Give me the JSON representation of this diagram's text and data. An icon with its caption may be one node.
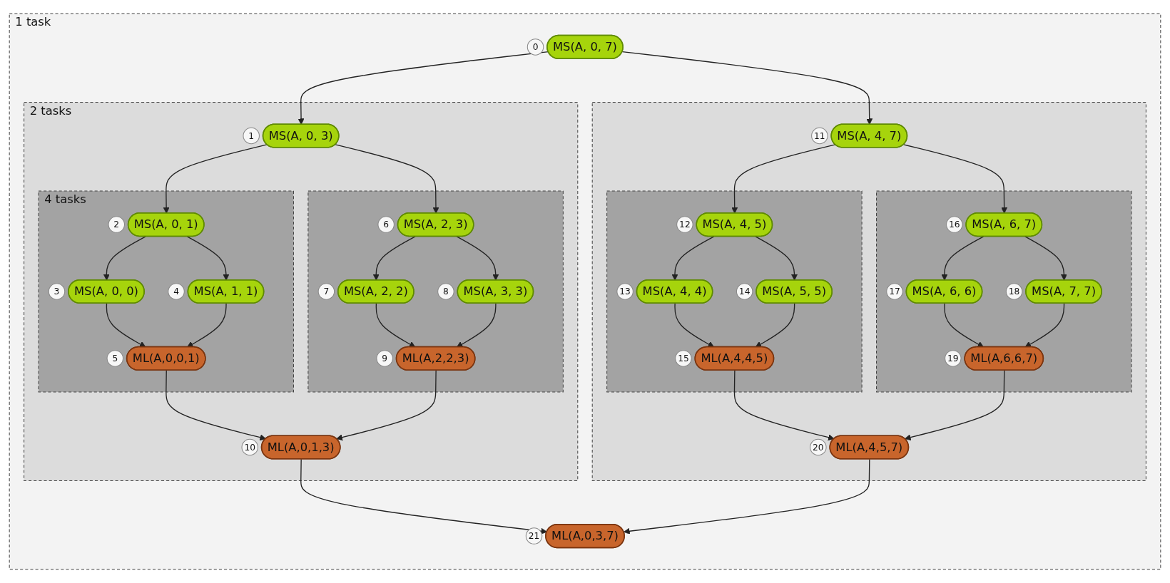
{
  "diagram": {
    "nodes": [
      {
        "text": [
          "1 task"
        ]
      },
      {
        "text": [
          "MS(A, 0, 7)"
        ],
        "in": 0,
        "beside": [
          "0"
        ]
      },
      {
        "text": [
          "2 tasks"
        ],
        "in": 0
      },
      {
        "text": [
          "MS(A, 0, 3)"
        ],
        "in": 2,
        "beside": [
          "1"
        ]
      },
      {
        "text": [
          "4 tasks"
        ],
        "in": 2
      },
      {
        "text": [
          "MS(A, 0, 1)"
        ],
        "in": 4,
        "beside": [
          "2"
        ]
      },
      {
        "text": [
          "MS(A, 0, 0)"
        ],
        "in": 4,
        "beside": [
          "3"
        ]
      },
      {
        "text": [
          "MS(A, 1, 1)"
        ],
        "in": 4,
        "beside": [
          "4"
        ]
      },
      {
        "text": [
          "ML(A,0,0,1)"
        ],
        "in": 4,
        "beside": [
          "5"
        ]
      },
      {
        "text": [],
        "shape": "box",
        "in": 2
      },
      {
        "text": [
          "MS(A, 2, 3)"
        ],
        "in": 9,
        "beside": [
          "6"
        ]
      },
      {
        "text": [
          "MS(A, 2, 2)"
        ],
        "in": 9,
        "beside": [
          "7"
        ]
      },
      {
        "text": [
          "MS(A, 3, 3)"
        ],
        "in": 9,
        "beside": [
          "8"
        ]
      },
      {
        "text": [
          "ML(A,2,2,3)"
        ],
        "in": 9,
        "beside": [
          "9"
        ]
      },
      {
        "text": [
          "ML(A,0,1,3)"
        ],
        "in": 2,
        "beside": [
          "10"
        ]
      },
      {
        "text": [],
        "shape": "box",
        "in": 0
      },
      {
        "text": [
          "MS(A, 4, 7)"
        ],
        "in": 15,
        "beside": [
          "11"
        ]
      },
      {
        "text": [],
        "shape": "box",
        "in": 15
      },
      {
        "text": [
          "MS(A, 4, 5)"
        ],
        "in": 17,
        "beside": [
          "12"
        ]
      },
      {
        "text": [
          "MS(A, 4, 4)"
        ],
        "in": 17,
        "beside": [
          "13"
        ]
      },
      {
        "text": [
          "MS(A, 5, 5)"
        ],
        "in": 17,
        "beside": [
          "14"
        ]
      },
      {
        "text": [
          "ML(A,4,4,5)"
        ],
        "in": 17,
        "beside": [
          "15"
        ]
      },
      {
        "text": [],
        "shape": "box",
        "in": 15
      },
      {
        "text": [
          "MS(A, 6, 7)"
        ],
        "in": 22,
        "beside": [
          "16"
        ]
      },
      {
        "text": [
          "MS(A, 6, 6)"
        ],
        "in": 22,
        "beside": [
          "17"
        ]
      },
      {
        "text": [
          "MS(A, 7, 7)"
        ],
        "in": 22,
        "beside": [
          "18"
        ]
      },
      {
        "text": [
          "ML(A,6,6,7)"
        ],
        "in": 22,
        "beside": [
          "19"
        ]
      },
      {
        "text": [
          "ML(A,4,5,7)"
        ],
        "in": 15,
        "beside": [
          "20"
        ]
      },
      {
        "text": [
          "ML(A,0,3,7)"
        ],
        "in": 0,
        "beside": [
          "21"
        ]
      }
    ],
    "edges": [
      {
        "from": 1,
        "to": 3,
        "arrow": "to"
      },
      {
        "from": 1,
        "to": 16,
        "arrow": "to"
      },
      {
        "from": 3,
        "to": 5,
        "arrow": "to"
      },
      {
        "from": 3,
        "to": 10,
        "arrow": "to"
      },
      {
        "from": 5,
        "to": 6,
        "arrow": "to"
      },
      {
        "from": 5,
        "to": 7,
        "arrow": "to"
      },
      {
        "from": 6,
        "to": 8,
        "arrow": "to"
      },
      {
        "from": 7,
        "to": 8,
        "arrow": "to"
      },
      {
        "from": 10,
        "to": 11,
        "arrow": "to"
      },
      {
        "from": 10,
        "to": 12,
        "arrow": "to"
      },
      {
        "from": 11,
        "to": 13,
        "arrow": "to"
      },
      {
        "from": 12,
        "to": 13,
        "arrow": "to"
      },
      {
        "from": 8,
        "to": 14,
        "arrow": "to"
      },
      {
        "from": 13,
        "to": 14,
        "arrow": "to"
      },
      {
        "from": 16,
        "to": 18,
        "arrow": "to"
      },
      {
        "from": 16,
        "to": 23,
        "arrow": "to"
      },
      {
        "from": 18,
        "to": 19,
        "arrow": "to"
      },
      {
        "from": 18,
        "to": 20,
        "arrow": "to"
      },
      {
        "from": 19,
        "to": 21,
        "arrow": "to"
      },
      {
        "from": 20,
        "to": 21,
        "arrow": "to"
      },
      {
        "from": 23,
        "to": 24,
        "arrow": "to"
      },
      {
        "from": 23,
        "to": 25,
        "arrow": "to"
      },
      {
        "from": 24,
        "to": 26,
        "arrow": "to"
      },
      {
        "from": 25,
        "to": 26,
        "arrow": "to"
      },
      {
        "from": 21,
        "to": 27,
        "arrow": "to"
      },
      {
        "from": 26,
        "to": 27,
        "arrow": "to"
      },
      {
        "from": 14,
        "to": 28,
        "arrow": "to"
      },
      {
        "from": 27,
        "to": 28,
        "arrow": "to"
      }
    ]
  }
}
